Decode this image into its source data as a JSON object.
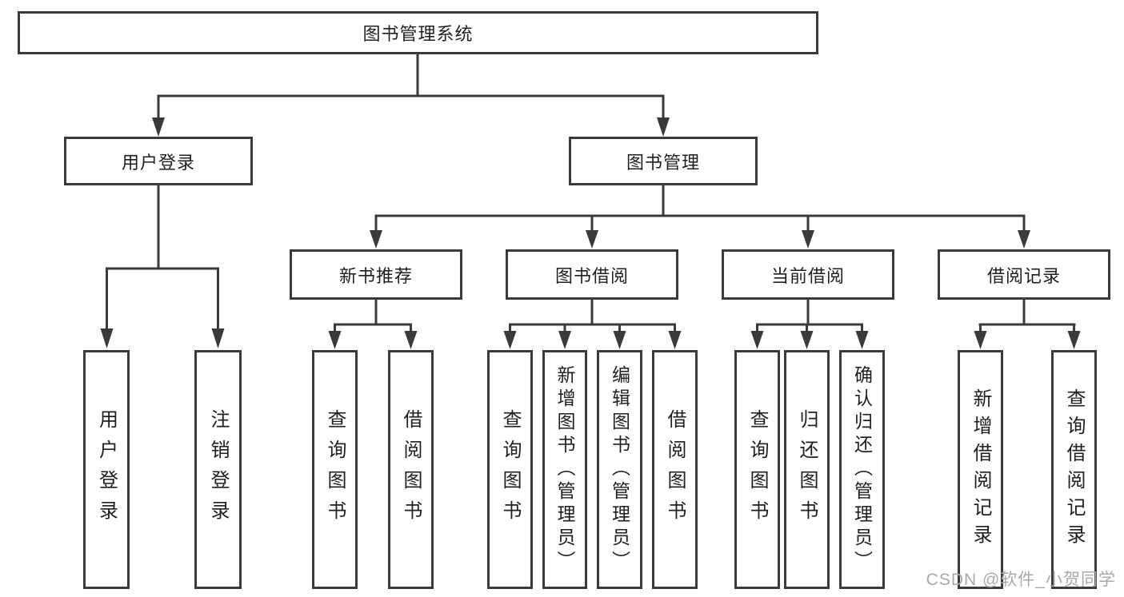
{
  "diagram": {
    "root": {
      "label": "图书管理系统"
    },
    "branches": [
      {
        "label": "用户登录",
        "children": [
          {
            "label": "用户登录"
          },
          {
            "label": "注销登录"
          }
        ]
      },
      {
        "label": "图书管理",
        "children": [
          {
            "label": "新书推荐",
            "children": [
              {
                "label": "查询图书"
              },
              {
                "label": "借阅图书"
              }
            ]
          },
          {
            "label": "图书借阅",
            "children": [
              {
                "label": "查询图书"
              },
              {
                "label": "新增图书（管理员）"
              },
              {
                "label": "编辑图书（管理员）"
              },
              {
                "label": "借阅图书"
              }
            ]
          },
          {
            "label": "当前借阅",
            "children": [
              {
                "label": "查询图书"
              },
              {
                "label": "归还图书"
              },
              {
                "label": "确认归还（管理员）"
              }
            ]
          },
          {
            "label": "借阅记录",
            "children": [
              {
                "label": "新增借阅记录"
              },
              {
                "label": "查询借阅记录"
              }
            ]
          }
        ]
      }
    ]
  },
  "watermark": {
    "text": "CSDN @软件_小贺同学"
  },
  "colors": {
    "line": "#3a3a3a",
    "text": "#1f1f1f",
    "watermark": "#a9a9a9",
    "background": "#ffffff"
  }
}
